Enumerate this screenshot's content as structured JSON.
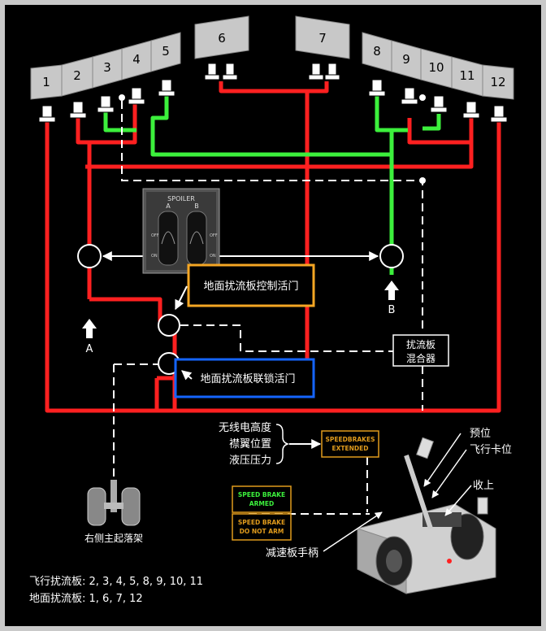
{
  "panels": {
    "left": [
      "1",
      "2",
      "3",
      "4",
      "5"
    ],
    "center": [
      "6",
      "7"
    ],
    "right": [
      "8",
      "9",
      "10",
      "11",
      "12"
    ]
  },
  "module": {
    "title": "SPOILER",
    "a": "A",
    "b": "B",
    "off": "OFF",
    "on": "ON"
  },
  "ports": {
    "a": "A",
    "b": "B"
  },
  "labels": {
    "control_valve": "地面扰流板控制活门",
    "interlock_valve": "地面扰流板联锁活门",
    "mixer_line1": "扰流板",
    "mixer_line2": "混合器",
    "radio_alt": "无线电高度",
    "flap_pos": "襟翼位置",
    "hyd_press": "液压压力",
    "gear": "右侧主起落架",
    "handle": "减速板手柄",
    "detent": "预位",
    "flight_detent": "飞行卡位",
    "up": "收上"
  },
  "indicators": {
    "extended_1": "SPEEDBRAKES",
    "extended_2": "EXTENDED",
    "armed_1": "SPEED BRAKE",
    "armed_2": "ARMED",
    "donotarm_1": "SPEED BRAKE",
    "donotarm_2": "DO NOT ARM"
  },
  "legend": {
    "flight": "飞行扰流板:  2, 3, 4, 5, 8, 9, 10, 11",
    "ground": "地面扰流板:  1, 6, 7, 12"
  },
  "colors": {
    "red": "#ff2020",
    "green": "#3cf03c",
    "orange": "#f5a623",
    "blue": "#1565ff",
    "amber": "#e09b1c",
    "panel": "#c8c8c8"
  }
}
